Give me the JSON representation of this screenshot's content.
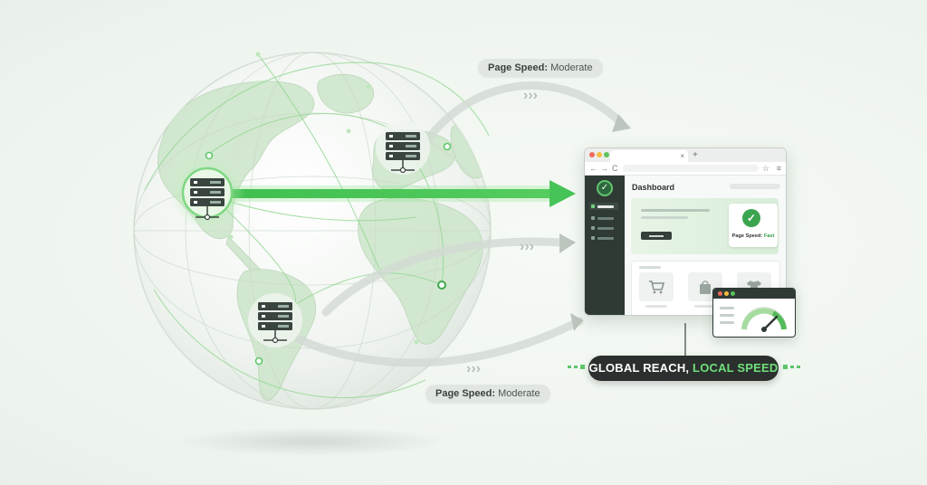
{
  "labels": {
    "top_pill": {
      "bold": "Page Speed:",
      "rest": "Moderate"
    },
    "bottom_pill": {
      "bold": "Page Speed:",
      "rest": "Moderate"
    }
  },
  "browser": {
    "tab_close": "×",
    "new_tab": "+",
    "nav_back": "←",
    "nav_forward": "→",
    "nav_reload": "C",
    "bookmark": "☆",
    "menu": "≡",
    "dashboard_title": "Dashboard",
    "speed_card": {
      "prefix": "Page Speed:",
      "value": "Fast"
    },
    "products": [
      "cart-icon",
      "shopping-bag-icon",
      "tshirt-icon"
    ]
  },
  "tagline": {
    "part1": "GLOBAL REACH,",
    "part2": "LOCAL SPEED"
  },
  "colors": {
    "accent_green": "#3ba44f",
    "highlight_green": "#6fe07a",
    "dark": "#2b302e",
    "traffic_red": "#f06a5c",
    "traffic_yellow": "#f5bf3f",
    "traffic_green": "#5cc45a"
  }
}
